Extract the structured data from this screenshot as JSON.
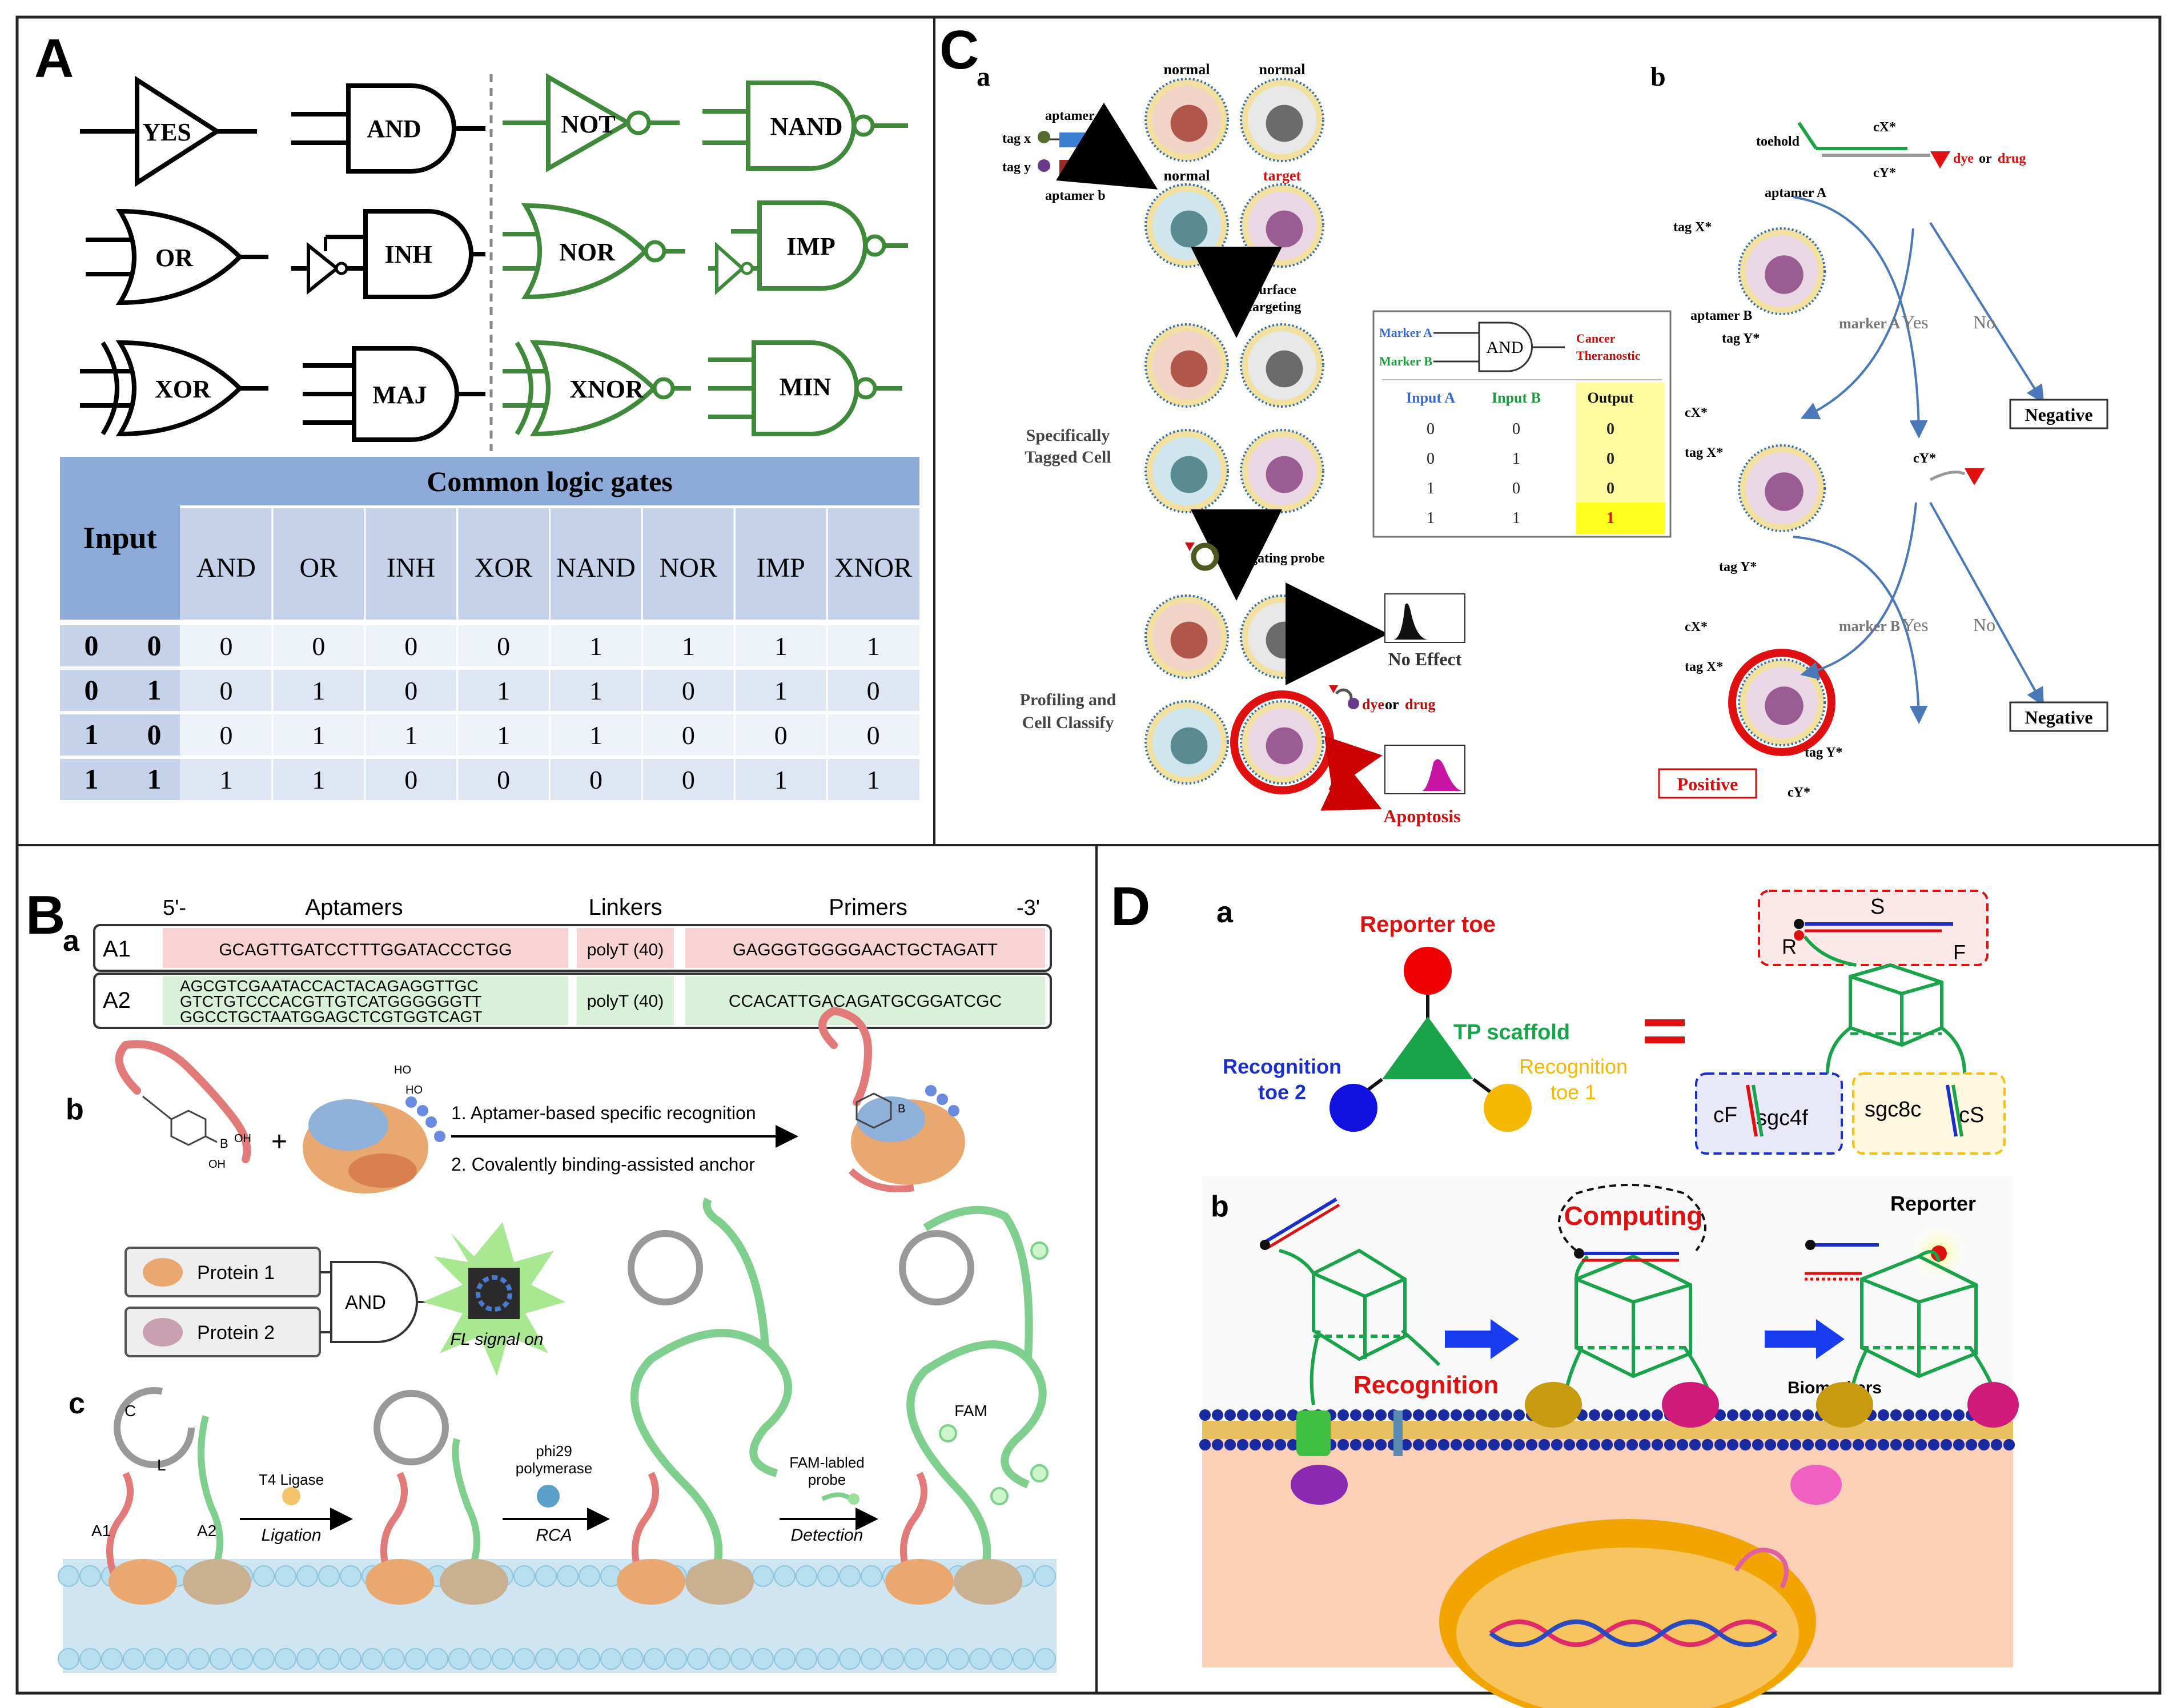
{
  "panel_labels": {
    "A": "A",
    "B": "B",
    "C": "C",
    "D": "D"
  },
  "A": {
    "gates_black": [
      "YES",
      "AND",
      "OR",
      "INH",
      "XOR",
      "MAJ"
    ],
    "gates_green": [
      "NOT",
      "NAND",
      "NOR",
      "IMP",
      "XNOR",
      "MIN"
    ],
    "table": {
      "input_header": "Input",
      "group_header": "Common logic gates",
      "columns": [
        "AND",
        "OR",
        "INH",
        "XOR",
        "NAND",
        "NOR",
        "IMP",
        "XNOR"
      ],
      "rows": [
        {
          "in": [
            "0",
            "0"
          ],
          "out": [
            "0",
            "0",
            "0",
            "0",
            "1",
            "1",
            "1",
            "1"
          ]
        },
        {
          "in": [
            "0",
            "1"
          ],
          "out": [
            "0",
            "1",
            "0",
            "1",
            "1",
            "0",
            "1",
            "0"
          ]
        },
        {
          "in": [
            "1",
            "0"
          ],
          "out": [
            "0",
            "1",
            "1",
            "1",
            "1",
            "0",
            "0",
            "0"
          ]
        },
        {
          "in": [
            "1",
            "1"
          ],
          "out": [
            "1",
            "1",
            "0",
            "0",
            "0",
            "0",
            "1",
            "1"
          ]
        }
      ]
    }
  },
  "B": {
    "a": {
      "sub": "a",
      "end5": "5'-",
      "end3": "-3'",
      "headers": [
        "Aptamers",
        "Linkers",
        "Primers"
      ],
      "rows": [
        {
          "name": "A1",
          "aptamer": [
            "GCAGTTGATCCTTTGGATACCCTGG"
          ],
          "linker": "polyT (40)",
          "primer": "GAGGGTGGGGAACTGCTAGATT"
        },
        {
          "name": "A2",
          "aptamer": [
            "AGCGTCGAATACCACTACAGAGGTTGC",
            "GTCTGTCCCACGTTGTCATGGGGGGTT",
            "GGCCTGCTAATGGAGCTCGTGGTCAGT"
          ],
          "linker": "polyT (40)",
          "primer": "CCACATTGACAGATGCGGATCGC"
        }
      ]
    },
    "b": {
      "sub": "b",
      "step1": "1. Aptamer-based specific recognition",
      "step2": "2. Covalently binding-assisted anchor",
      "ho": "HO",
      "oh": "OH",
      "b_atom": "B",
      "protein1": "Protein 1",
      "protein2": "Protein 2",
      "gate": "AND",
      "signal": "FL signal on"
    },
    "c": {
      "sub": "c",
      "labels": {
        "C": "C",
        "L": "L",
        "A1": "A1",
        "A2": "A2"
      },
      "step1_top": "T4 Ligase",
      "step1_bottom": "Ligation",
      "step2_top1": "phi29",
      "step2_top2": "polymerase",
      "step2_bottom": "RCA",
      "step3_top1": "FAM-labled",
      "step3_top2": "probe",
      "step3_bottom": "Detection",
      "fam": "FAM"
    }
  },
  "C": {
    "a": {
      "sub": "a",
      "normal": "normal",
      "target": "target",
      "aptamer_a": "aptamer a",
      "aptamer_b": "aptamer b",
      "tag_x": "tag x",
      "tag_y": "tag y",
      "surface_targeting": [
        "surface",
        "targeting"
      ],
      "specifically_tagged": [
        "Specifically",
        "Tagged Cell"
      ],
      "gating_probe": "gating probe",
      "profiling": [
        "Profiling and",
        "Cell Classify"
      ],
      "no_effect": "No Effect",
      "dye": "dye",
      "or": "or",
      "drug": "drug",
      "apoptosis": "Apoptosis",
      "truth": {
        "marker_a": "Marker A",
        "marker_b": "Marker B",
        "gate": "AND",
        "out1": "Cancer",
        "out2": "Theranostic",
        "headers": [
          "Input A",
          "Input B",
          "Output"
        ],
        "rows": [
          [
            "0",
            "0",
            "0"
          ],
          [
            "0",
            "1",
            "0"
          ],
          [
            "1",
            "0",
            "0"
          ],
          [
            "1",
            "1",
            "1"
          ]
        ]
      }
    },
    "b": {
      "sub": "b",
      "toehold": "toehold",
      "cx": "cX*",
      "cy": "cY*",
      "aptamer_A": "aptamer A",
      "aptamer_B": "aptamer B",
      "tag_x": "tag X*",
      "tag_y": "tag Y*",
      "marker_a": "marker A",
      "marker_b": "marker B",
      "yes": "Yes",
      "no": "No",
      "negative": "Negative",
      "positive": "Positive"
    }
  },
  "D": {
    "a": {
      "sub": "a",
      "reporter_toe": "Reporter toe",
      "tp_scaffold": "TP scaffold",
      "recog2": [
        "Recognition",
        "toe 2"
      ],
      "recog1": [
        "Recognition",
        "toe 1"
      ],
      "S": "S",
      "R": "R",
      "F": "F",
      "cF": "cF",
      "sgc4f": "sgc4f",
      "sgc8c": "sgc8c",
      "cS": "cS"
    },
    "b": {
      "sub": "b",
      "recognition": "Recognition",
      "computing": "Computing",
      "reporter": "Reporter",
      "biomarkers": "Biomarkers"
    }
  },
  "colors": {
    "gate_green": "#3f8a3a",
    "table_header": "#8eaad8",
    "table_sub": "#c5d2ea",
    "pink": "#f8d3d3",
    "lightgreen": "#d9f0d9",
    "red": "#e01010",
    "blue": "#1a2ecc",
    "orange_toe": "#f5b800",
    "scaffold": "#19a34a"
  }
}
